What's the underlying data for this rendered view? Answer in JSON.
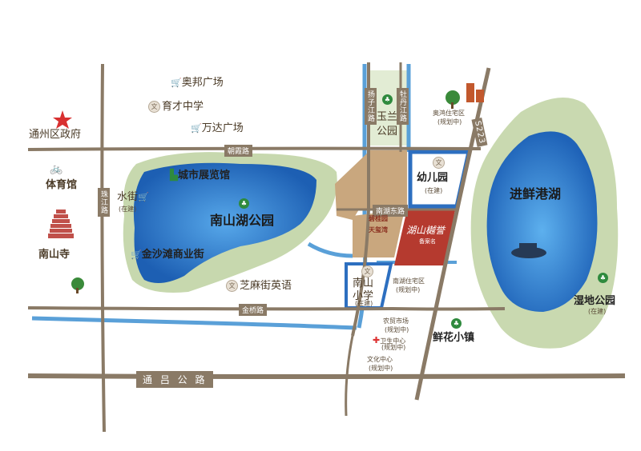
{
  "roads": {
    "chaoxia": "朝霞路",
    "jinqiao": "金桥路",
    "tonglv": "通 吕 公 路",
    "zhujiang": "珠江路",
    "yangzijiang": "扬子江路",
    "mudanjiang": "牡丹江路",
    "nanhu_east": "南湖东路",
    "s223": "S223"
  },
  "places": {
    "gov": "通州区政府",
    "aobang": "奥邦广场",
    "yucai": "育才中学",
    "wanda": "万达广场",
    "gym": "体育馆",
    "nanshansi": "南山寺",
    "city_hall": "城市展览馆",
    "shuijie": "水街",
    "shuijie_sub": "(在建)",
    "nanshan_park": "南山湖公园",
    "jinsha": "金沙滩商业街",
    "zhima": "芝麻街英语",
    "yulan": "玉兰",
    "yulan2": "公园",
    "aohai": "奥鸿住宅区",
    "aohai_sub": "(规划中)",
    "kindergarten": "幼儿园",
    "kindergarten_sub": "(在建)",
    "bigui": "碧桂园",
    "tianhuang": "天玺湾",
    "project": "湖山樾誉",
    "project_sub": "备案名",
    "nanshan_school": "南山",
    "nanshan_school2": "小学",
    "nanshan_school_sub": "(在建)",
    "nanhu_res": "南湖住宅区",
    "nanhu_res_sub": "(规划中)",
    "market": "农贸市场",
    "market_sub": "(规划中)",
    "health": "卫生中心",
    "health_sub": "(规划中)",
    "culture": "文化中心",
    "culture_sub": "(规划中)",
    "xianhua": "鲜花小镇",
    "lake": "进鲜港湖",
    "wetland": "湿地公园",
    "wetland_sub": "(在建)"
  },
  "colors": {
    "road": "#8a7a66",
    "green": "#c9d9b0",
    "water": "#2d6fc0",
    "river": "#5aa0d8",
    "plot_tan": "#c9a77e",
    "plot_red": "#b53a2f"
  }
}
